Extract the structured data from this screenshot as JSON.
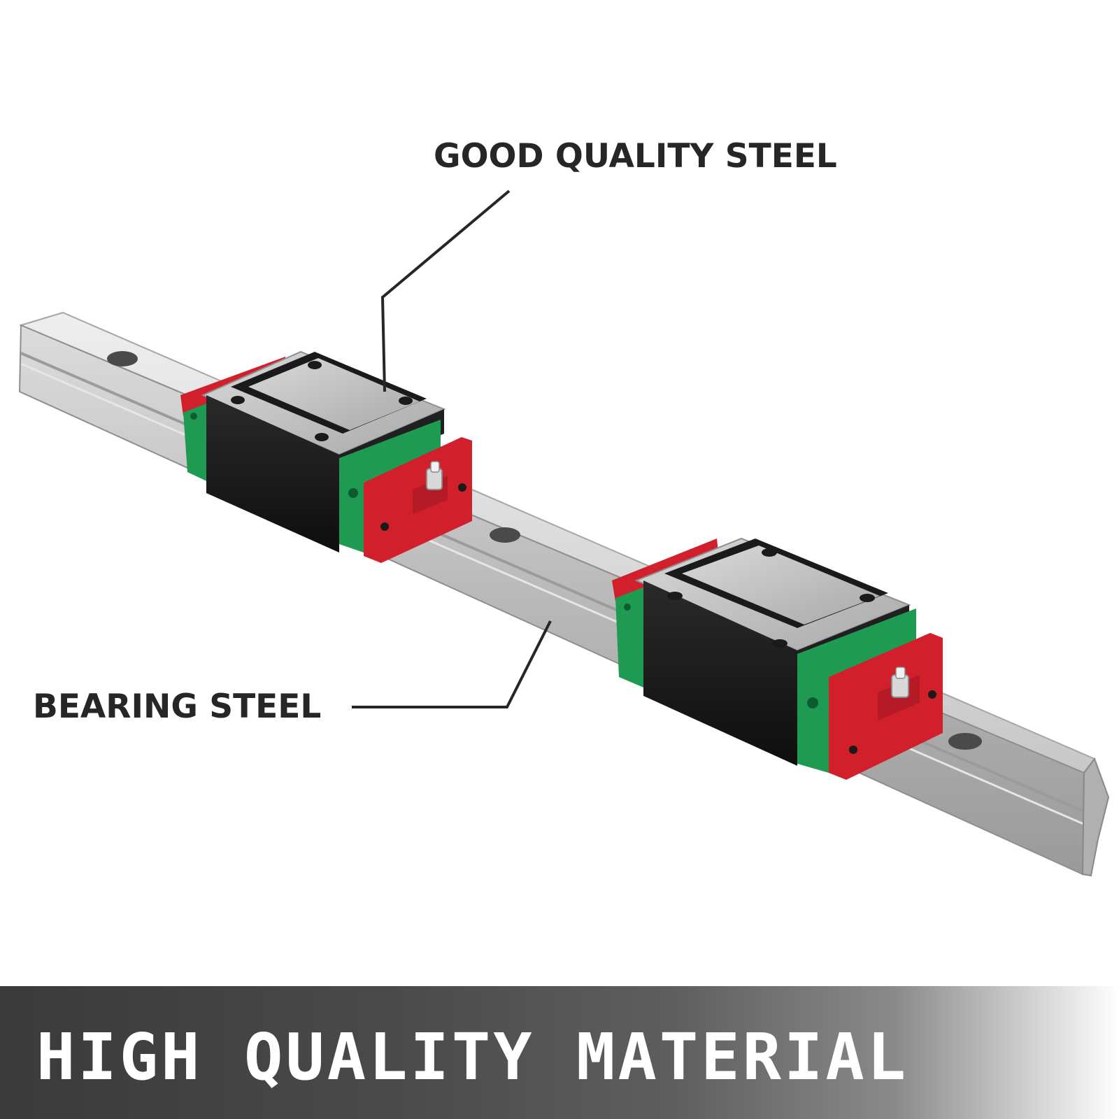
{
  "callouts": {
    "top": "GOOD QUALITY STEEL",
    "left": "BEARING STEEL"
  },
  "banner": {
    "title": "HIGH QUALITY MATERIAL"
  },
  "colors": {
    "rail_steel": "#c4c4c4",
    "carriage_body": "#1c1c1c",
    "end_seal_green": "#1f9a52",
    "end_cap_red": "#d21f2c",
    "callout_text": "#262626"
  }
}
